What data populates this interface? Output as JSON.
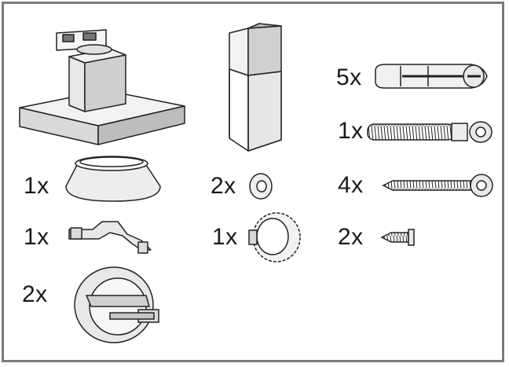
{
  "parts": {
    "extension_anchors": {
      "qty": "5x"
    },
    "hood_screws": {
      "qty": "1x"
    },
    "mount_screws": {
      "qty": "4x"
    },
    "small_screws": {
      "qty": "2x"
    },
    "collar": {
      "qty": "1x"
    },
    "washers": {
      "qty": "2x"
    },
    "bracket": {
      "qty": "1x"
    },
    "knob": {
      "qty": "1x"
    },
    "clips": {
      "qty": "2x"
    }
  }
}
